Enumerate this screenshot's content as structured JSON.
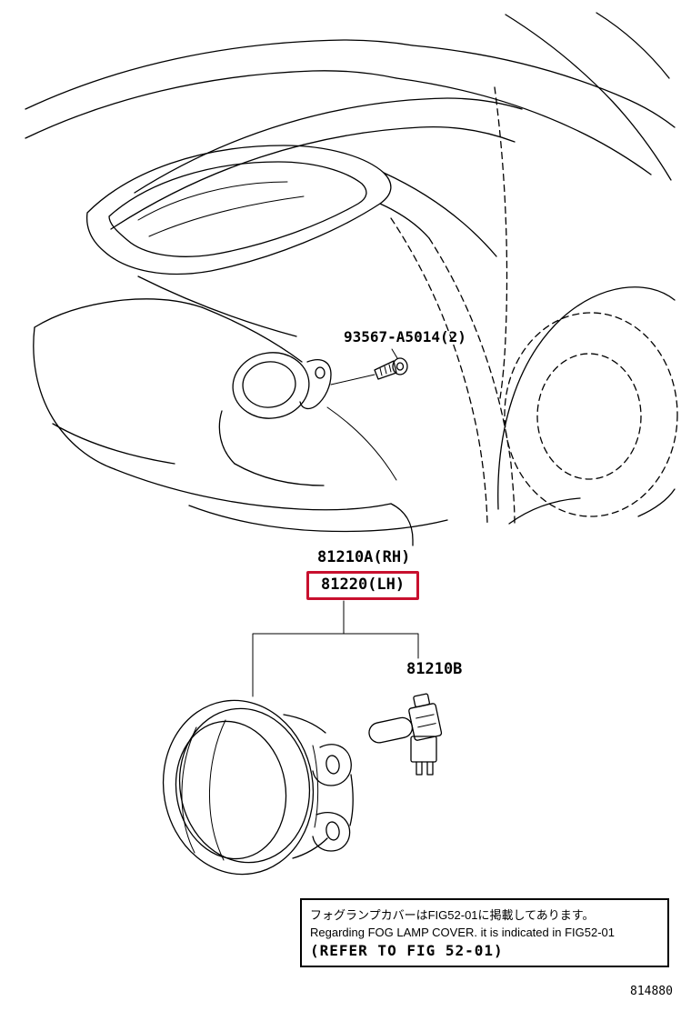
{
  "diagram": {
    "figure_number": "814880",
    "labels": {
      "screw": "93567-A5014(2)",
      "fog_lamp_rh": "81210A(RH)",
      "fog_lamp_lh": "81220(LH)",
      "bulb": "81210B"
    },
    "note": {
      "line_jp": "フォグランプカバーはFIG52-01に掲載してあります。",
      "line_en": "Regarding FOG LAMP COVER. it is indicated in FIG52-01",
      "line_ref": "(REFER TO FIG 52-01)"
    },
    "colors": {
      "highlight_box": "#c8102e",
      "line": "#000000",
      "background": "#ffffff"
    }
  }
}
